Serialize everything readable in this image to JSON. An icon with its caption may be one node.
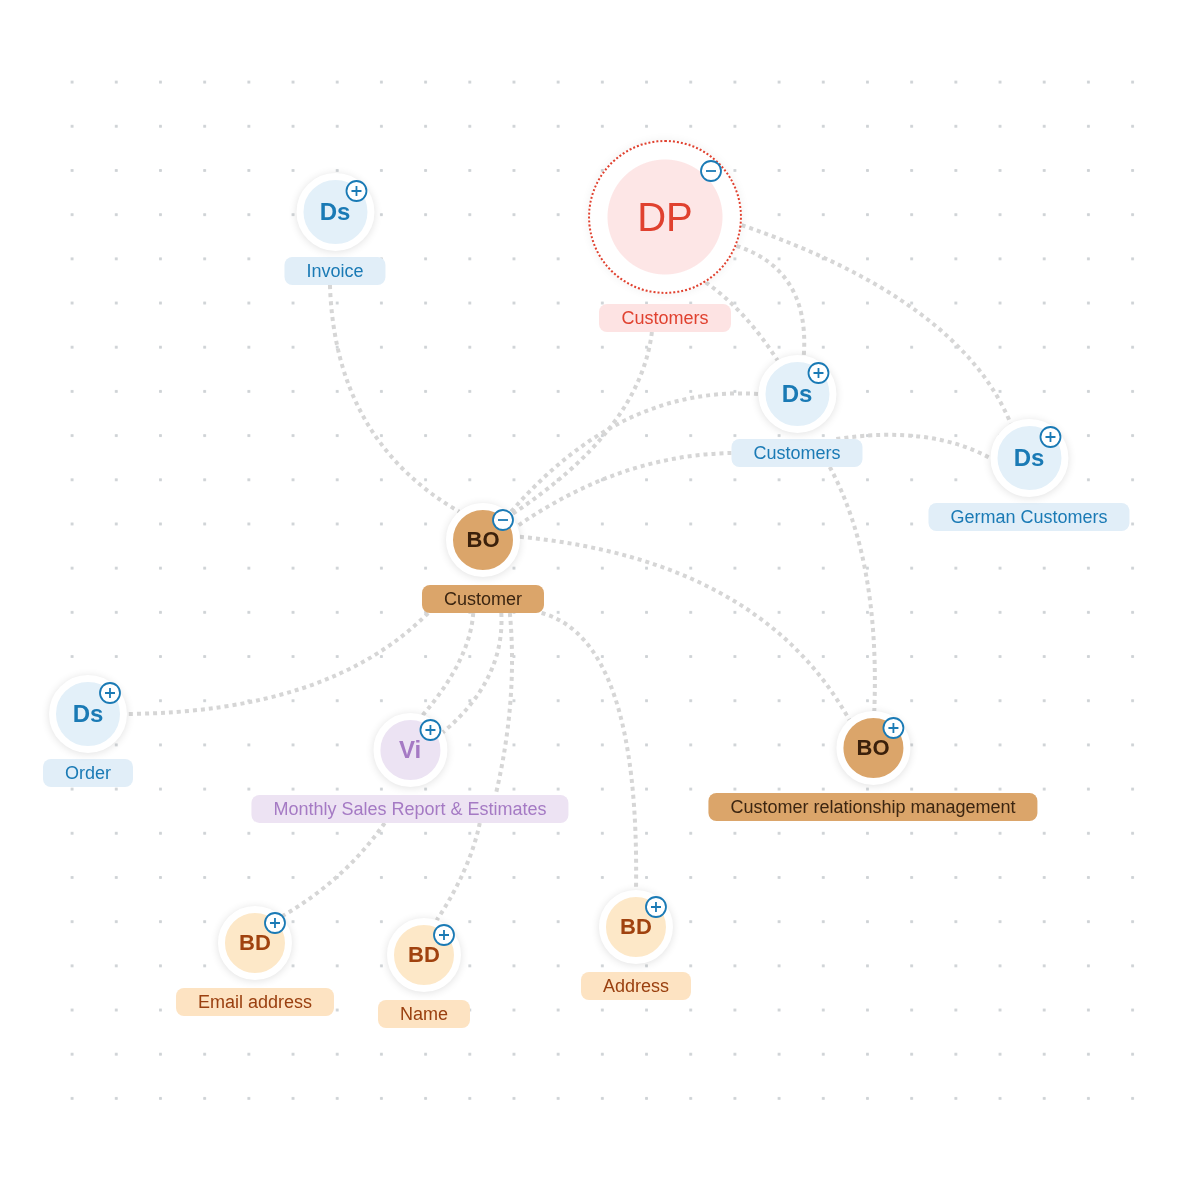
{
  "diagram": {
    "nodes": [
      {
        "text": [
          "DP",
          "Customers"
        ]
      },
      {
        "text": [
          "Ds",
          "Invoice"
        ]
      },
      {
        "text": [
          "Ds",
          "Customers"
        ]
      },
      {
        "text": [
          "Ds",
          "German Customers"
        ]
      },
      {
        "text": [
          "BO",
          "Customer"
        ]
      },
      {
        "text": [
          "Ds",
          "Order"
        ]
      },
      {
        "text": [
          "Vi",
          "Monthly Sales Report & Estimates"
        ]
      },
      {
        "text": [
          "BO",
          "Customer relationship management"
        ]
      },
      {
        "text": [
          "BD",
          "Email address"
        ]
      },
      {
        "text": [
          "BD",
          "Name"
        ]
      },
      {
        "text": [
          "BD",
          "Address"
        ]
      }
    ],
    "edges": [
      {
        "from": 1,
        "to": 4,
        "arrow": "none",
        "style": "dashed"
      },
      {
        "from": 0,
        "to": 4,
        "arrow": "none",
        "style": "dashed"
      },
      {
        "from": 0,
        "to": 2,
        "arrow": "none",
        "style": "dashed"
      },
      {
        "from": 0,
        "to": 2,
        "arrow": "none",
        "style": "dashed"
      },
      {
        "from": 0,
        "to": 3,
        "arrow": "none",
        "style": "dashed"
      },
      {
        "from": 2,
        "to": 4,
        "arrow": "none",
        "style": "dashed"
      },
      {
        "from": 2,
        "to": 4,
        "arrow": "none",
        "style": "dashed"
      },
      {
        "from": 2,
        "to": 3,
        "arrow": "none",
        "style": "dashed"
      },
      {
        "from": 2,
        "to": 7,
        "arrow": "none",
        "style": "dashed"
      },
      {
        "from": 4,
        "to": 7,
        "arrow": "none",
        "style": "dashed"
      },
      {
        "from": 4,
        "to": 5,
        "arrow": "none",
        "style": "dashed"
      },
      {
        "from": 4,
        "to": 6,
        "arrow": "none",
        "style": "dashed"
      },
      {
        "from": 4,
        "to": 6,
        "arrow": "none",
        "style": "dashed"
      },
      {
        "from": 4,
        "to": 10,
        "arrow": "none",
        "style": "dashed"
      },
      {
        "from": 6,
        "to": 8,
        "arrow": "none",
        "style": "dashed"
      },
      {
        "from": 4,
        "to": 6,
        "arrow": "none",
        "style": "dashed"
      },
      {
        "from": 6,
        "to": 9,
        "arrow": "none",
        "style": "dashed"
      }
    ]
  }
}
